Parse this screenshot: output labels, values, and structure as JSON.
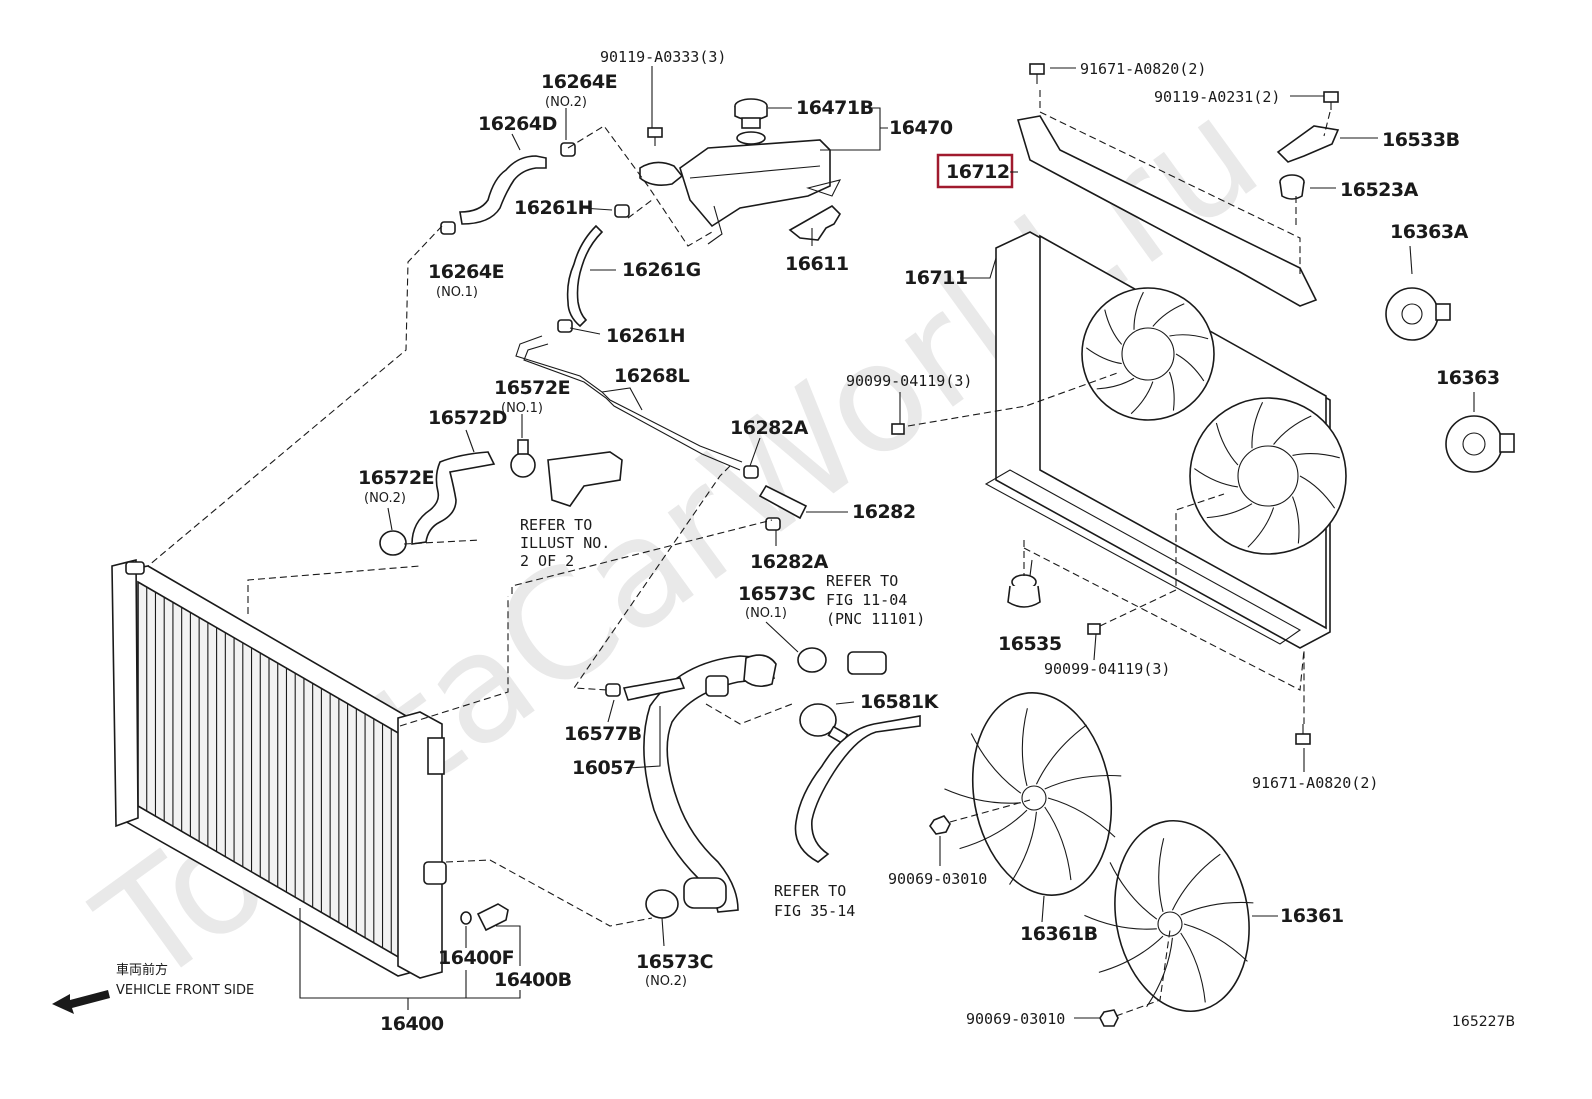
{
  "watermark": "ToyotaCarWorld.ru",
  "diagram_code": "165227B",
  "highlight_color": "#a01a2e",
  "vehicle_front": {
    "jp": "車両前方",
    "en": "VEHICLE FRONT SIDE"
  },
  "labels": {
    "p90119_a0333": "90119-A0333(3)",
    "p16264e_top": "16264E",
    "no2_a": "(NO.2)",
    "p16264d": "16264D",
    "p16471b": "16471B",
    "p16470": "16470",
    "p16261h_a": "16261H",
    "p16611": "16611",
    "p16261g": "16261G",
    "p16264e_bot": "16264E",
    "no1_a": "(NO.1)",
    "p16261h_b": "16261H",
    "p16268l": "16268L",
    "p16572e_top": "16572E",
    "no1_b": "(NO.1)",
    "p16572d": "16572D",
    "p16572e_bot": "16572E",
    "no2_b": "(NO.2)",
    "p16282a_a": "16282A",
    "p16282": "16282",
    "p16282a_b": "16282A",
    "refer_illust_1": "REFER TO",
    "refer_illust_2": "ILLUST NO.",
    "refer_illust_3": "2 OF 2",
    "p16573c_top": "16573C",
    "no1_c": "(NO.1)",
    "refer_fig11_1": "REFER TO",
    "refer_fig11_2": "FIG 11-04",
    "refer_fig11_3": "(PNC 11101)",
    "p16581k": "16581K",
    "p16577b": "16577B",
    "p16057": "16057",
    "refer_fig35_1": "REFER TO",
    "refer_fig35_2": "FIG 35-14",
    "p16573c_bot": "16573C",
    "no2_c": "(NO.2)",
    "p16400f": "16400F",
    "p16400b": "16400B",
    "p16400": "16400",
    "p91671_a0820_top": "91671-A0820(2)",
    "p90119_a0231": "90119-A0231(2)",
    "p16533b": "16533B",
    "p16712": "16712",
    "p16523a": "16523A",
    "p16363a": "16363A",
    "p16711": "16711",
    "p90099_04119_a": "90099-04119(3)",
    "p16363": "16363",
    "p16535": "16535",
    "p90099_04119_b": "90099-04119(3)",
    "p91671_a0820_bot": "91671-A0820(2)",
    "p90069_03010_a": "90069-03010",
    "p16361b": "16361B",
    "p16361": "16361",
    "p90069_03010_b": "90069-03010"
  }
}
